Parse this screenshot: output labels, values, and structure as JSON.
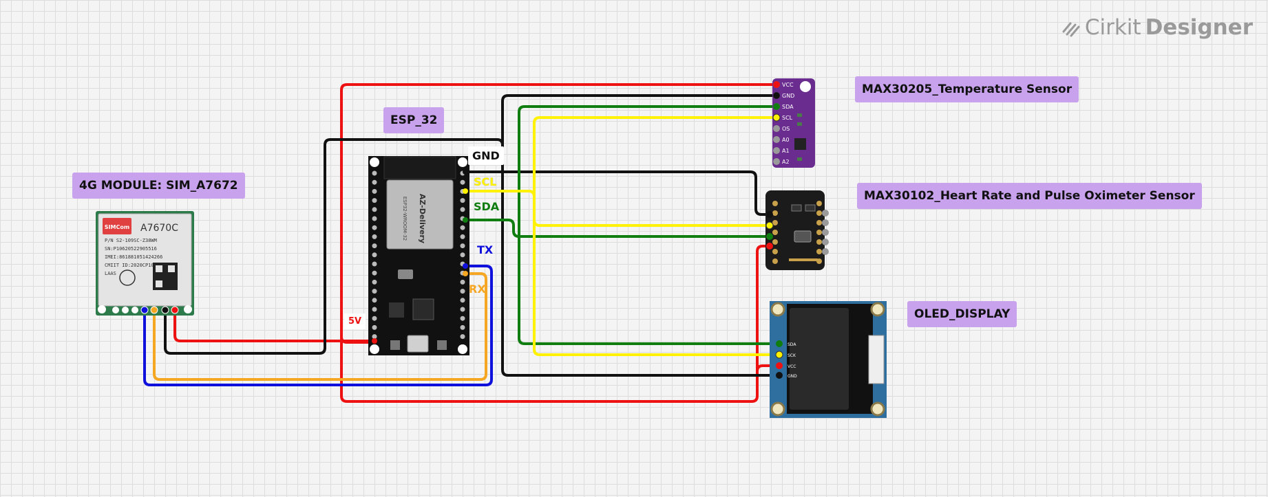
{
  "brand": {
    "name_light": "Cirkit",
    "name_bold": "Designer"
  },
  "components": {
    "temp_sensor": {
      "label": "MAX30205_Temperature Sensor",
      "pins": [
        "VCC",
        "GND",
        "SDA",
        "SCL",
        "OS",
        "A0",
        "A1",
        "A2"
      ]
    },
    "hr_sensor": {
      "label": "MAX30102_Heart Rate and Pulse Oximeter Sensor"
    },
    "oled": {
      "label": "OLED_DISPLAY",
      "pins": [
        "GND",
        "VCC",
        "SCK",
        "SDA"
      ]
    },
    "esp32": {
      "label": "ESP_32",
      "chip_brand": "AZ-Delivery",
      "chip_model": "ESP32-WROOM-32"
    },
    "gsm": {
      "label": "4G MODULE: SIM_A7672",
      "brand": "SIMCom",
      "model": "A7670C",
      "lines": [
        "P/N S2-109SC-Z38WM",
        "SN:P10620522905516",
        "IMEI:861881051424266",
        "CMIIT ID:2020CP10772(M)",
        "LAAS"
      ]
    }
  },
  "net_tags": {
    "gnd": "GND",
    "scl": "SCL",
    "sda": "SDA",
    "tx": "TX",
    "rx": "RX",
    "v5": "5V"
  },
  "colors": {
    "red": "#ee1111",
    "black": "#111111",
    "green": "#0f7d0f",
    "yellow": "#fff200",
    "blue": "#1010dd",
    "orange": "#f5a623",
    "label_bg": "#c8a2ec",
    "purple_board": "#6a2d8f",
    "oled_blue": "#2f6fa0",
    "gsm_green": "#2d7a4a"
  }
}
